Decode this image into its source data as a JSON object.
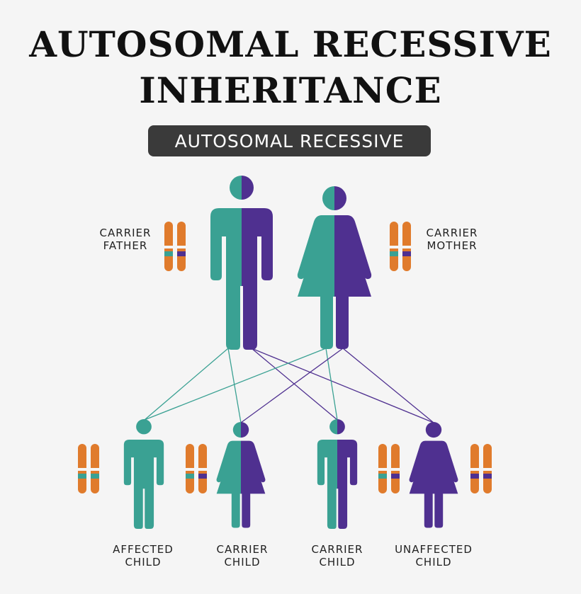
{
  "title_line1": "AUTOSOMAL RECESSIVE",
  "title_line2": "INHERITANCE",
  "badge": "AUTOSOMAL RECESSIVE",
  "parents": {
    "father": {
      "line1": "CARRIER",
      "line2": "FATHER"
    },
    "mother": {
      "line1": "CARRIER",
      "line2": "MOTHER"
    }
  },
  "children": [
    {
      "line1": "AFFECTED",
      "line2": "CHILD"
    },
    {
      "line1": "CARRIER",
      "line2": "CHILD"
    },
    {
      "line1": "CARRIER",
      "line2": "CHILD"
    },
    {
      "line1": "UNAFFECTED",
      "line2": "CHILD"
    }
  ],
  "colors": {
    "recessive": "#3aa193",
    "dominant": "#4f3090",
    "chromosome": "#e07b2c",
    "badge": "#3a3a3a"
  }
}
